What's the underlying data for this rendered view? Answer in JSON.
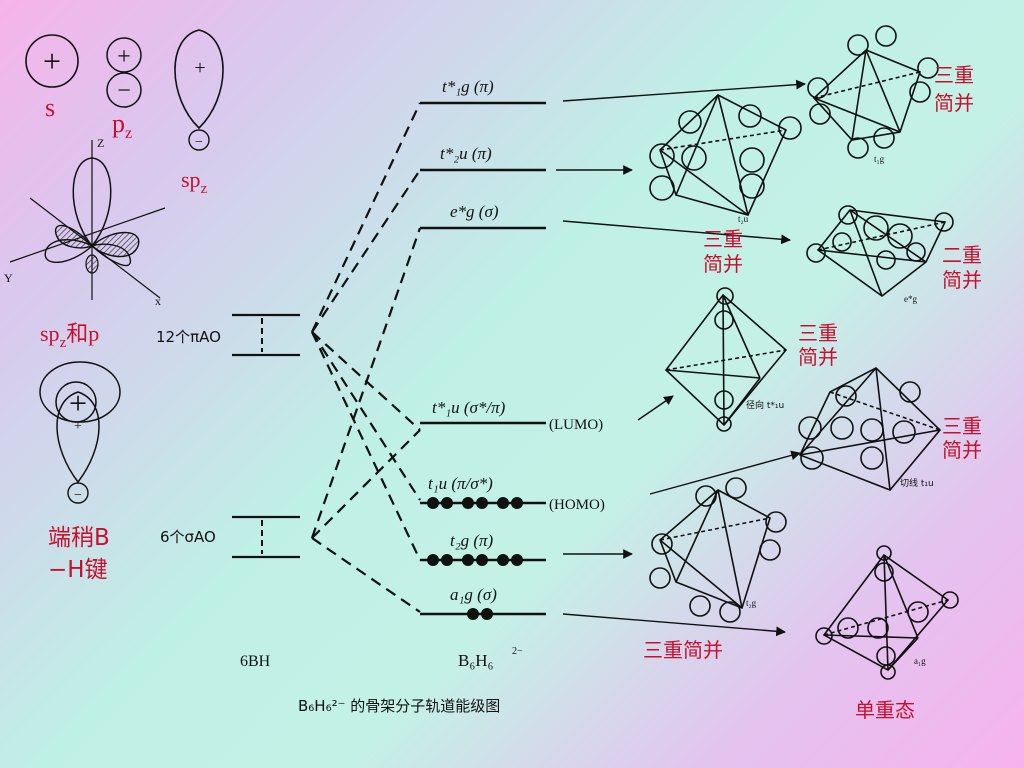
{
  "orbitals_left": {
    "s_label": "s",
    "s_sign": "+",
    "pz_label": "p",
    "pz_sub": "z",
    "pz_top_sign": "+",
    "pz_bottom_sign": "−",
    "spz_label": "sp",
    "spz_sub": "z",
    "spz_top_sign": "+",
    "spz_bottom_sign": "−",
    "spz_p_label": "sp",
    "spz_p_sub": "z",
    "spz_p_suffix": "和p",
    "axis_z": "Z",
    "axis_x": "x",
    "axis_y": "Y",
    "bh_bond_label_line1": "端稍B",
    "bh_bond_label_line2": "−H键",
    "bh_big_sign": "+",
    "bh_small_sign": "+",
    "bh_bottom_sign": "−"
  },
  "diagram": {
    "left_group_pi": "12个πAO",
    "left_group_sigma": "6个σAO",
    "left_column_label": "6BH",
    "right_column_label": "B₆H₆",
    "right_column_charge": "2−",
    "caption": "B₆H₆²⁻ 的骨架分子轨道能级图",
    "levels": [
      {
        "label": "t*₁g (π)"
      },
      {
        "label": "t*₂u (π)"
      },
      {
        "label": "e*g (σ)"
      },
      {
        "label": "t*₁u (σ*/π)",
        "tag": "(LUMO)"
      },
      {
        "label": "t₁u (π/σ*)",
        "tag": "(HOMO)"
      },
      {
        "label": "t₂g (π)"
      },
      {
        "label": "a₁g (σ)"
      }
    ]
  },
  "right_annotations": {
    "t1g_degeneracy_line1": "三重",
    "t1g_degeneracy_line2": "简并",
    "t2u_degeneracy_line1": "三重",
    "t2u_degeneracy_line2": "简并",
    "eg_degeneracy_line1": "二重",
    "eg_degeneracy_line2": "简并",
    "radial_t1u_degeneracy_line1": "三重",
    "radial_t1u_degeneracy_line2": "简并",
    "tangential_t1u_degeneracy_line1": "三重",
    "tangential_t1u_degeneracy_line2": "简并",
    "t2g_degeneracy": "三重简并",
    "a1g_state": "单重态",
    "small_t1g": "t₁g",
    "small_t2u": "t₂u",
    "small_eg": "e*g",
    "small_radial": "径向 t*₁u",
    "small_tangential": "切线 t₁u",
    "small_t2g": "t₂g",
    "small_a1g": "a₁g",
    "plus": "+",
    "minus": "−"
  }
}
